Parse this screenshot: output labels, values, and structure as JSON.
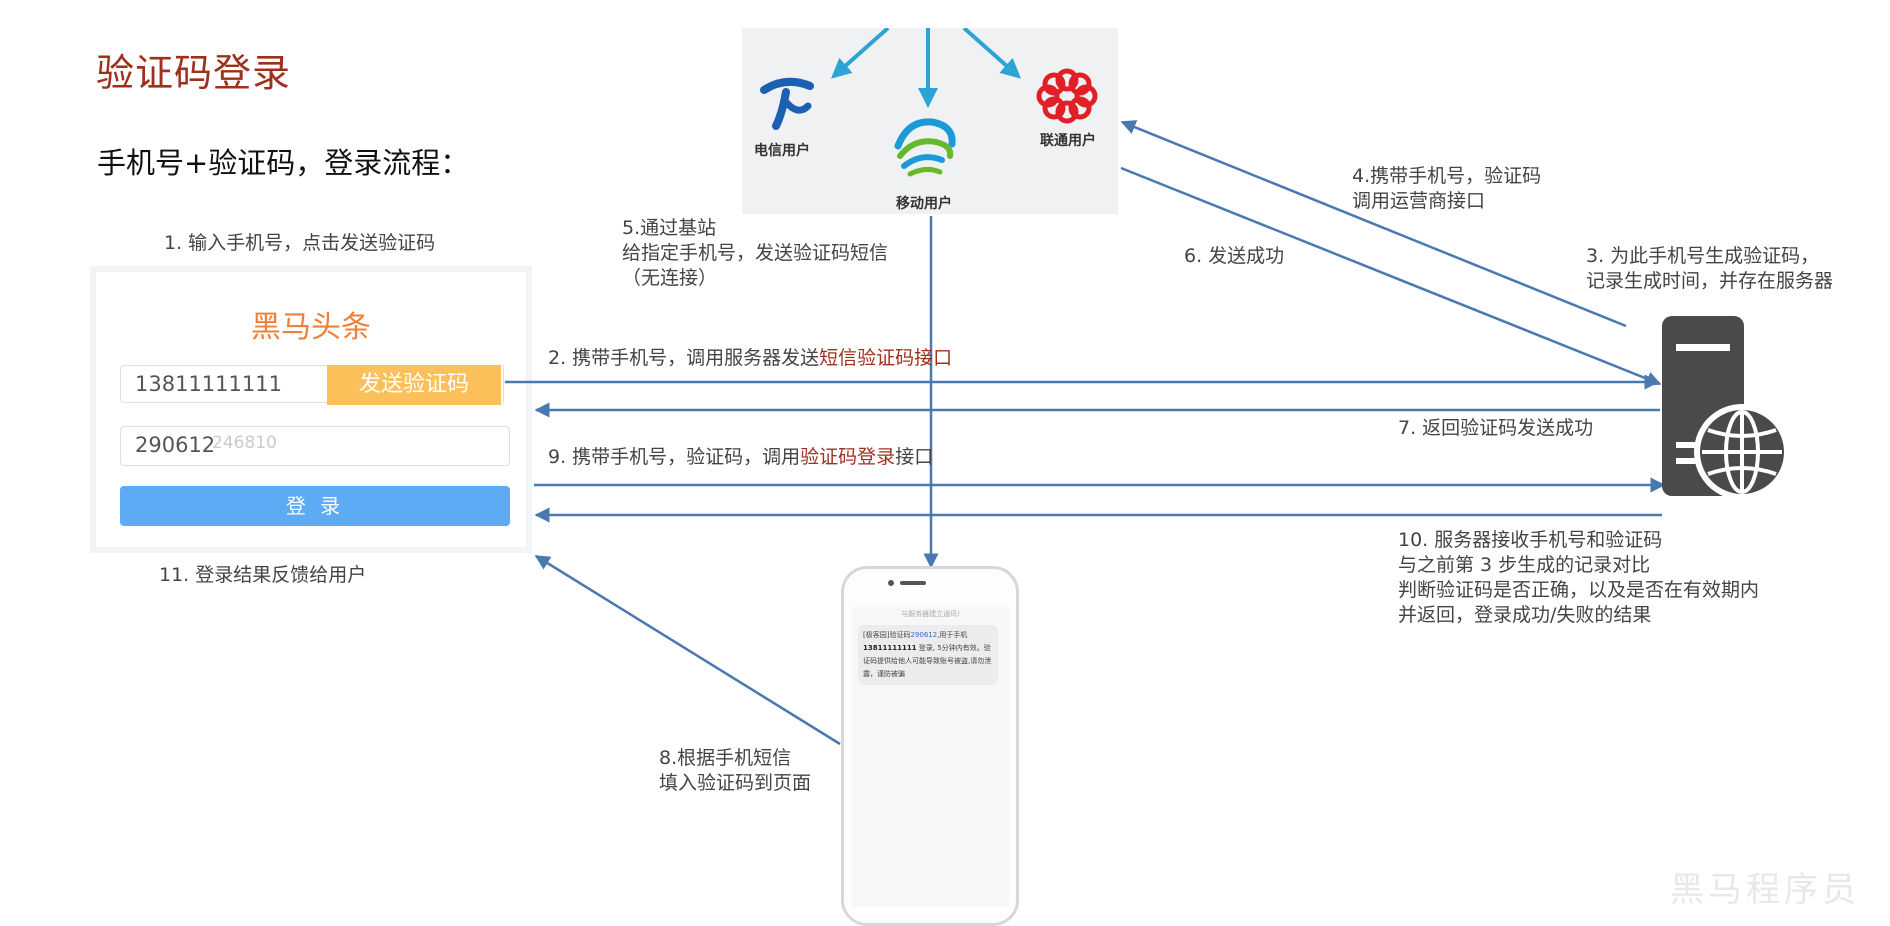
{
  "title": "验证码登录",
  "subtitle": "手机号+验证码，登录流程：",
  "login_panel": {
    "brand": "黑马头条",
    "phone_value": "13811111111",
    "send_label": "发送验证码",
    "code_value": "290612",
    "code_placeholder": "246810",
    "login_label": "登 录"
  },
  "carriers": {
    "telecom": "电信用户",
    "mobile": "移动用户",
    "unicom": "联通用户"
  },
  "steps": {
    "s1": "1. 输入手机号，点击发送验证码",
    "s2_prefix": "2. 携带手机号，调用服务器发送",
    "s2_highlight": "短信验证码接口",
    "s3_line1": "3. 为此手机号生成验证码，",
    "s3_line2": "记录生成时间，并存在服务器",
    "s4_line1": "4.携带手机号，验证码",
    "s4_line2": "调用运营商接口",
    "s5_line1": "5.通过基站",
    "s5_line2": "给指定手机号，发送验证码短信",
    "s5_line3": "（无连接）",
    "s6": "6. 发送成功",
    "s7": "7. 返回验证码发送成功",
    "s8_line1": "8.根据手机短信",
    "s8_line2": "填入验证码到页面",
    "s9_prefix": "9. 携带手机号，验证码，调用",
    "s9_highlight": "验证码登录",
    "s9_suffix": "接口",
    "s10_line1": "10. 服务器接收手机号和验证码",
    "s10_line2": "与之前第 3 步生成的记录对比",
    "s10_line3": "判断验证码是否正确，以及是否在有效期内",
    "s10_line4": "并返回，登录成功/失败的结果",
    "s11": "11. 登录结果反馈给用户"
  },
  "sms": {
    "tip": "与服务器建立通讯!",
    "text_a": "[极客园]验证码",
    "code": "290612",
    "text_b": ",用于手机",
    "number": "13811111111",
    "text_c": " 登录, 5分钟内有效。验证码提供给他人可能导致账号被盗,请勿泄露，谨防被骗"
  },
  "watermark": "黑马程序员",
  "colors": {
    "arrow": "#4a78b0",
    "carrier_arrow": "#2ea3d6",
    "highlight": "#a0301e",
    "brand": "#f07f37",
    "send_button": "#fcc05a",
    "login_button": "#5daaf5",
    "server": "#4a4a4a"
  },
  "icons": [
    "telecom-logo-icon",
    "mobile-logo-icon",
    "unicom-logo-icon",
    "server-globe-icon",
    "smartphone-icon"
  ]
}
